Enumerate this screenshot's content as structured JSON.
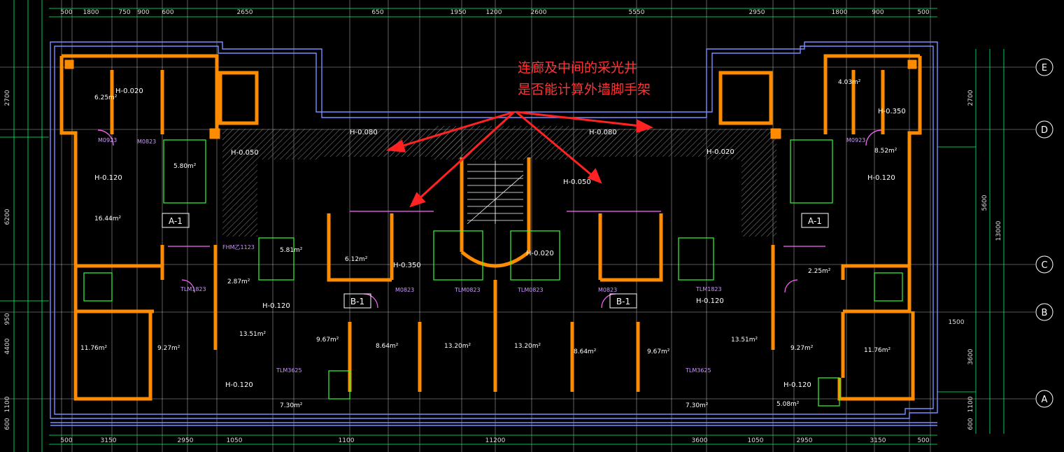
{
  "annotation": {
    "line1": "连廊及中间的采光井",
    "line2": "是否能计算外墙脚手架"
  },
  "grid_axes": [
    "E",
    "D",
    "C",
    "B",
    "A"
  ],
  "dims_top": [
    "500",
    "1800",
    "750",
    "900",
    "600",
    "2650",
    "650",
    "1950",
    "1200",
    "2600",
    "5550",
    "2950",
    "1800",
    "900",
    "500"
  ],
  "dims_bottom": [
    "500",
    "3150",
    "2950",
    "1050",
    "1100",
    "11200",
    "3600",
    "1050",
    "2950",
    "3150",
    "500"
  ],
  "dims_left": [
    "2700",
    "6200",
    "950",
    "4400",
    "1100",
    "600"
  ],
  "dims_right": [
    "2700",
    "5600",
    "3600",
    "13000",
    "1500",
    "1100",
    "600"
  ],
  "unit_tags": [
    "A-1",
    "B-1",
    "B-1",
    "A-1"
  ],
  "room_areas": [
    "6.25m²",
    "8.52m²",
    "16.44m²",
    "5.80m²",
    "6.12m²",
    "5.81m²",
    "2.25m²",
    "2.87m²",
    "11.76m²",
    "9.27m²",
    "13.51m²",
    "9.67m²",
    "8.64m²",
    "13.20m²",
    "13.20m²",
    "8.64m²",
    "9.67m²",
    "13.51m²",
    "9.27m²",
    "11.76m²",
    "7.30m²",
    "7.30m²",
    "5.08m²",
    "4.03m²"
  ],
  "elevations": [
    "H-0.020",
    "H-0.050",
    "H-0.080",
    "H-0.120",
    "H-0.350"
  ],
  "door_codes": [
    "M0823",
    "M0923",
    "TLM0823",
    "TLM1823",
    "TLM3625",
    "FHM乙1123"
  ],
  "colors": {
    "wall": "#ff8c00",
    "outline": "#7a8cff",
    "grid": "#ffffff",
    "dim": "#00ff66",
    "annotation": "#ff2222",
    "axis_bubble": "#ffffff"
  }
}
